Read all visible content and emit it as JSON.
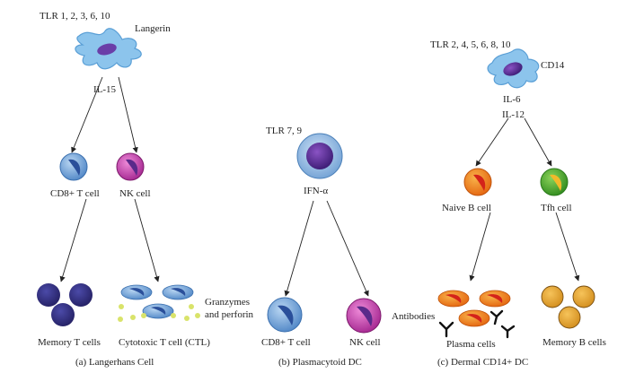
{
  "panel_a": {
    "tlr": "TLR 1, 2, 3, 6, 10",
    "marker": "Langerin",
    "cytokine": "IL-15",
    "cell_left": "CD8+ T cell",
    "cell_right": "NK cell",
    "out_left": "Memory T cells",
    "out_right": "Cytotoxic T cell (CTL)",
    "granzymes_line1": "Granzymes",
    "granzymes_line2": "and perforin",
    "caption": "(a)  Langerhans Cell"
  },
  "panel_b": {
    "tlr": "TLR 7, 9",
    "cytokine": "IFN-α",
    "out_left": "CD8+ T cell",
    "out_right": "NK cell",
    "caption": "(b)  Plasmacytoid DC"
  },
  "panel_c": {
    "tlr": "TLR 2, 4, 5, 6, 8, 10",
    "marker": "CD14",
    "cytokine_1": "IL-6",
    "cytokine_2": "IL-12",
    "cell_left": "Naive B cell",
    "cell_right": "Tfh cell",
    "antibodies": "Antibodies",
    "out_left": "Plasma cells",
    "out_right": "Memory B cells",
    "caption": "(c)  Dermal CD14+ DC"
  }
}
